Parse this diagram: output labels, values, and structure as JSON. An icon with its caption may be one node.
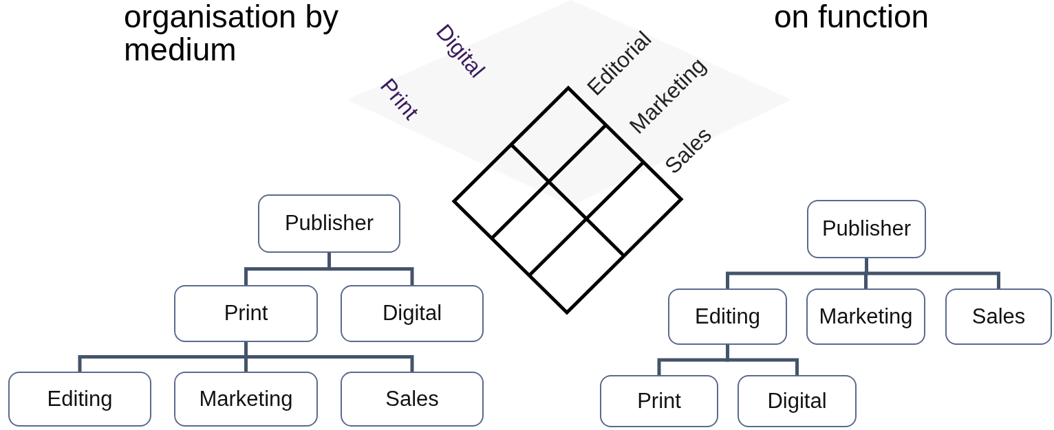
{
  "diagram": {
    "nodes": [
      {
        "text": [
          "Publisher"
        ]
      },
      {
        "text": [
          "Print"
        ]
      },
      {
        "text": [
          "Digital"
        ]
      },
      {
        "text": [
          "Editing"
        ]
      },
      {
        "text": [
          "Marketing"
        ]
      },
      {
        "text": [
          "Sales"
        ]
      },
      {
        "text": [
          "Publisher"
        ]
      },
      {
        "text": [
          "Editing"
        ]
      },
      {
        "text": [
          "Marketing"
        ]
      },
      {
        "text": [
          "Sales"
        ]
      },
      {
        "text": [
          "Print"
        ]
      },
      {
        "text": [
          "Digital"
        ]
      }
    ],
    "edges": [
      {
        "from": 0,
        "to": 1,
        "arrow": "none"
      },
      {
        "from": 0,
        "to": 2,
        "arrow": "none"
      },
      {
        "from": 1,
        "to": 3,
        "arrow": "none"
      },
      {
        "from": 1,
        "to": 4,
        "arrow": "none"
      },
      {
        "from": 1,
        "to": 5,
        "arrow": "none"
      },
      {
        "from": 6,
        "to": 7,
        "arrow": "none"
      },
      {
        "from": 6,
        "to": 8,
        "arrow": "none"
      },
      {
        "from": 6,
        "to": 9,
        "arrow": "none"
      },
      {
        "from": 7,
        "to": 10,
        "arrow": "none"
      },
      {
        "from": 7,
        "to": 11,
        "arrow": "none"
      }
    ],
    "labels": [
      "organisation by medium",
      "Digital",
      "on function",
      "Editorial",
      "Print",
      "Marketing",
      "Sales"
    ]
  }
}
